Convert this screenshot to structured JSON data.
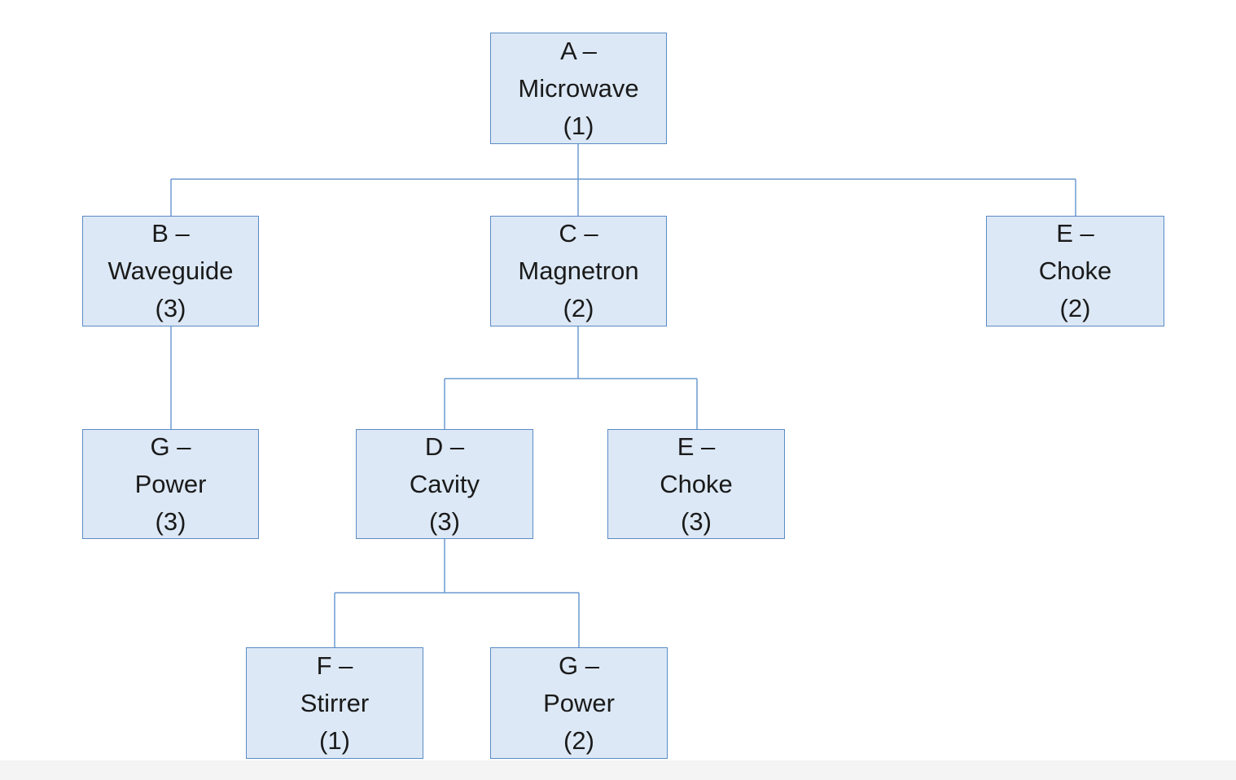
{
  "colors": {
    "node_fill": "#dce8f5",
    "node_border": "#5b8bc6",
    "connector": "#6b9bd0"
  },
  "nodes": {
    "a": {
      "head": "A –",
      "name": "Microwave",
      "count": "(1)"
    },
    "b": {
      "head": "B –",
      "name": "Waveguide",
      "count": "(3)"
    },
    "c": {
      "head": "C –",
      "name": "Magnetron",
      "count": "(2)"
    },
    "e1": {
      "head": "E –",
      "name": "Choke",
      "count": "(2)"
    },
    "g1": {
      "head": "G –",
      "name": "Power",
      "count": "(3)"
    },
    "d": {
      "head": "D  –",
      "name": "Cavity",
      "count": "(3)"
    },
    "e2": {
      "head": "E –",
      "name": "Choke",
      "count": "(3)"
    },
    "f": {
      "head": "F –",
      "name": "Stirrer",
      "count": "(1)"
    },
    "g2": {
      "head": "G –",
      "name": "Power",
      "count": "(2)"
    }
  }
}
